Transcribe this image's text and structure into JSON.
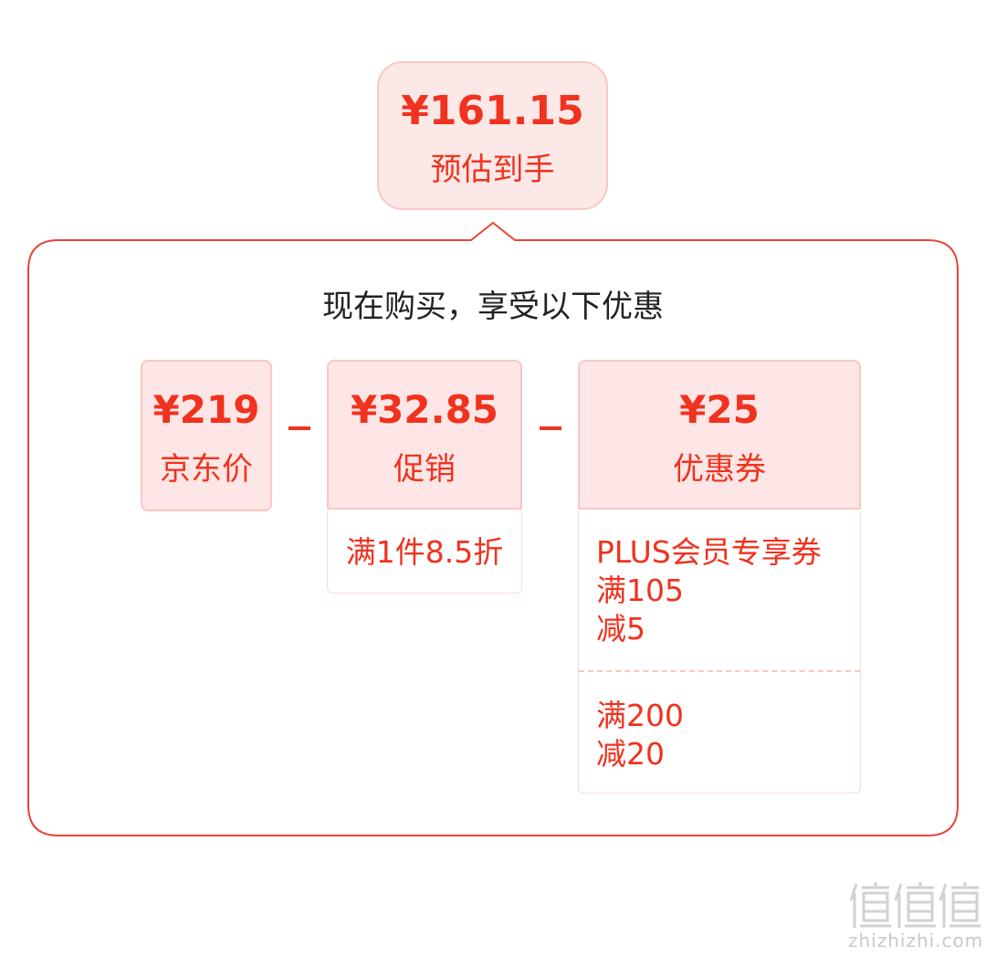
{
  "estimate": {
    "price": "¥161.15",
    "label": "预估到手"
  },
  "panel": {
    "title": "现在购买，享受以下优惠"
  },
  "cards": {
    "jd_price": {
      "amount": "¥219",
      "label": "京东价"
    },
    "promotion": {
      "amount": "¥32.85",
      "label": "促销"
    },
    "coupon": {
      "amount": "¥25",
      "label": "优惠券"
    }
  },
  "operators": {
    "minus_1": "-",
    "minus_2": "-"
  },
  "promotion_detail": "满1件8.5折",
  "coupons": [
    {
      "lines": [
        "PLUS会员专享券",
        "满105",
        "减5"
      ]
    },
    {
      "lines": [
        "满200",
        "减20"
      ]
    }
  ],
  "watermark": {
    "logo_text": "值值值",
    "site": "zhizhizhi.com"
  },
  "colors": {
    "accent": "#f0321e",
    "card_bg": "#fde6e5",
    "card_border": "#f9c7c4",
    "panel_border": "#e8453a",
    "title_text": "#222222"
  }
}
